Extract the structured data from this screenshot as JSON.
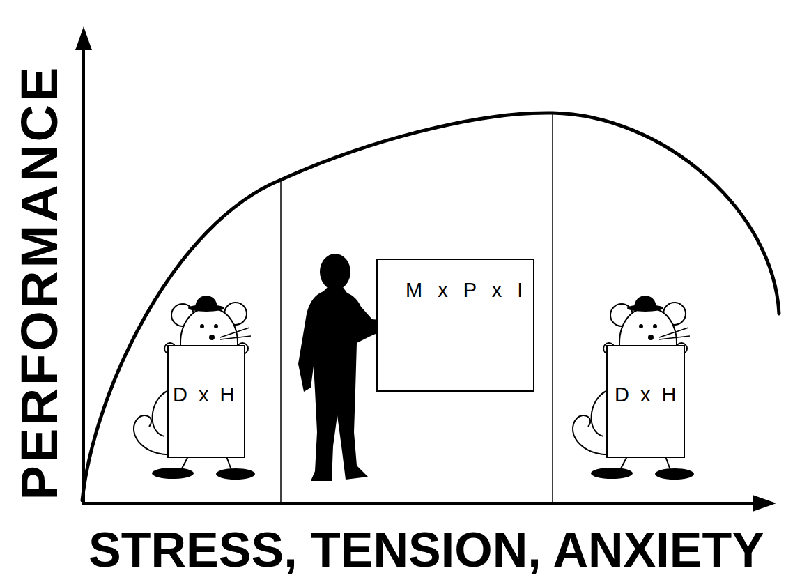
{
  "diagram": {
    "nodes": [
      {
        "text": [
          "D x H"
        ]
      },
      {
        "text": [
          "M x P x I"
        ]
      },
      {
        "text": [
          "D x H"
        ]
      }
    ],
    "labels": [
      "PERFORMANCE",
      "STRESS, TENSION, ANXIETY"
    ]
  }
}
